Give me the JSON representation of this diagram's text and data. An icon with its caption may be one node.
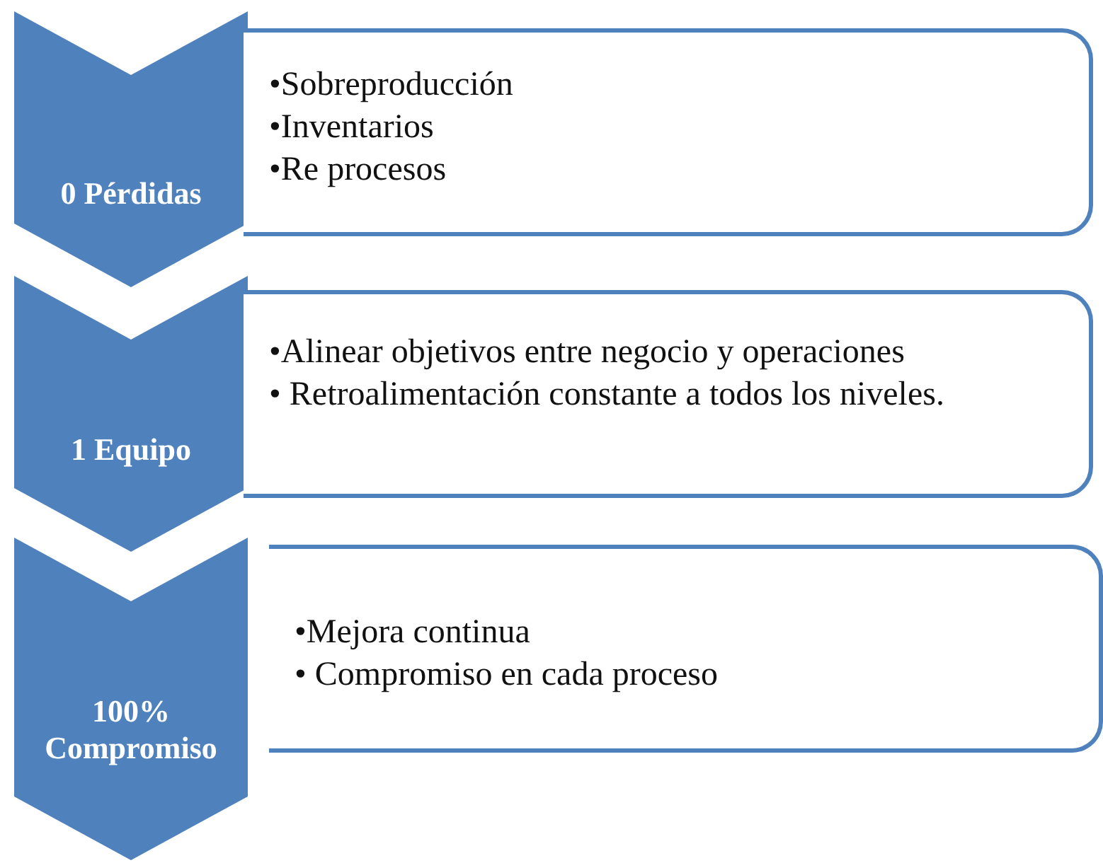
{
  "diagram": {
    "nodes": [
      {
        "text": [
          "0 Pérdidas"
        ]
      },
      {
        "text": [
          "•Sobreproducción",
          "•Inventarios",
          "•Re procesos"
        ]
      },
      {
        "text": [
          "1 Equipo"
        ]
      },
      {
        "text": [
          "•Alinear objetivos entre negocio y operaciones",
          "• Retroalimentación constante a todos los niveles."
        ]
      },
      {
        "text": [
          "100% Compromiso"
        ]
      },
      {
        "text": [
          "•Mejora continua",
          "• Compromiso en cada proceso"
        ]
      }
    ]
  }
}
